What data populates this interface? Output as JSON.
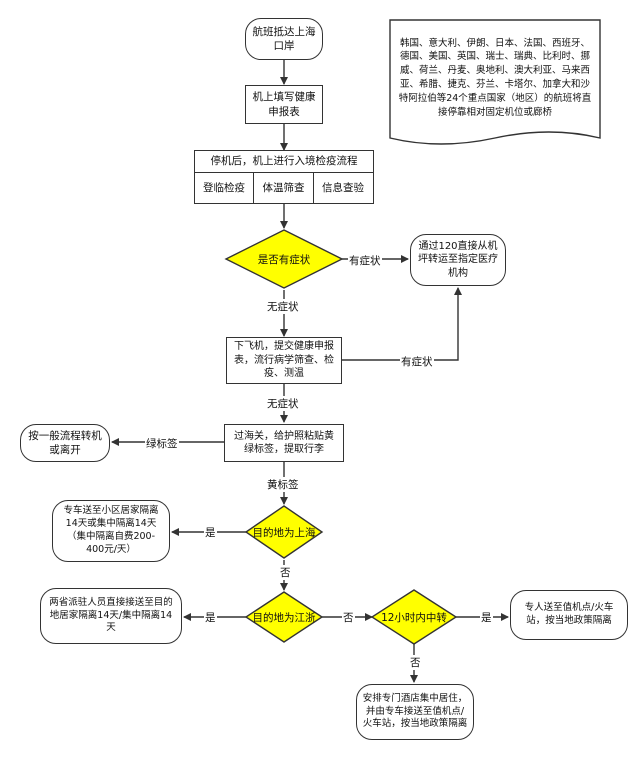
{
  "nodes": {
    "arrival": "航班抵达上海口岸",
    "health_declaration": "机上填写健康申报表",
    "quarantine_header": "停机后，机上进行入境检疫流程",
    "quarantine_steps": [
      "登临检疫",
      "体温筛查",
      "信息查验"
    ],
    "symptom_check": "是否有症状",
    "hospital_transfer": "通过120直接从机坪转运至指定医疗机构",
    "disembark": "下飞机，提交健康申报表，流行病学筛查、检疫、测温",
    "customs": "过海关，给护照粘贴黄绿标签，提取行李",
    "normal_process": "按一般流程转机或离开",
    "dest_shanghai": "目的地为上海",
    "shanghai_quarantine": "专车送至小区居家隔离14天或集中隔离14天（集中隔离自费200-400元/天）",
    "dest_jiangzhe": "目的地为江浙",
    "jiangzhe_quarantine": "两省派驻人员直接接送至目的地居家隔离14天/集中隔离14天",
    "transfer_12h": "12小时内中转",
    "transfer_station": "专人送至值机点/火车站，按当地政策隔离",
    "hotel_quarantine": "安排专门酒店集中居住，并由专车接送至值机点/火车站，按当地政策隔离",
    "country_note": "韩国、意大利、伊朗、日本、法国、西班牙、德国、美国、英国、瑞士、瑞典、比利时、挪威、荷兰、丹麦、奥地利、澳大利亚、马来西亚、希腊、捷克、芬兰、卡塔尔、加拿大和沙特阿拉伯等24个重点国家（地区）的航班将直接停靠相对固定机位或廊桥"
  },
  "edge_labels": {
    "has_symptoms_1": "有症状",
    "no_symptoms_1": "无症状",
    "has_symptoms_2": "有症状",
    "no_symptoms_2": "无症状",
    "green_label": "绿标签",
    "yellow_label": "黄标签",
    "yes_1": "是",
    "no_1": "否",
    "yes_2": "是",
    "no_2": "否",
    "yes_3": "是",
    "no_3": "否"
  },
  "colors": {
    "decision_fill": "#ffff00",
    "line": "#333333"
  }
}
